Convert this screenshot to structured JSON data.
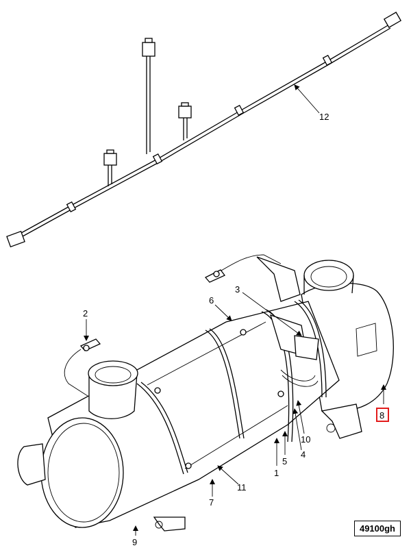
{
  "callouts": {
    "c1": "1",
    "c2": "2",
    "c3": "3",
    "c4": "4",
    "c5": "5",
    "c6": "6",
    "c7": "7",
    "c8": "8",
    "c9": "9",
    "c10": "10",
    "c11": "11",
    "c12": "12"
  },
  "highlighted_callout": "8",
  "highlight_color": "#e21b1b",
  "figure_ref": "49100gh"
}
